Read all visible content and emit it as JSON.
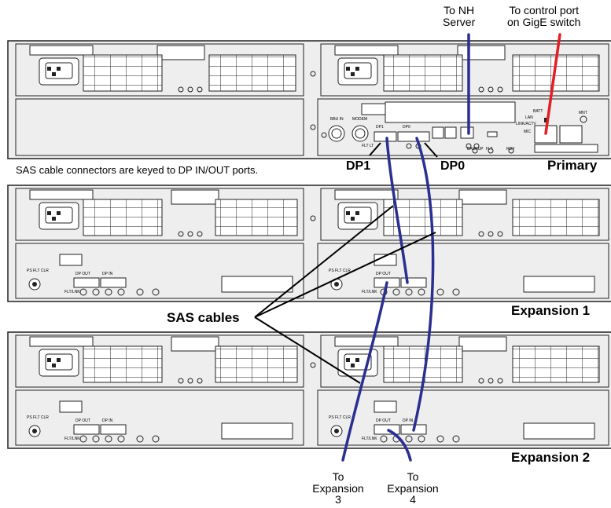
{
  "callouts": {
    "nh_server": "To NH\nServer",
    "control_port": "To control port\non GigE switch",
    "expansion3": "To\nExpansion\n3",
    "expansion4": "To\nExpansion\n4"
  },
  "note": "SAS cable connectors are keyed to DP IN/OUT ports.",
  "port_labels": {
    "dp1": "DP1",
    "dp0": "DP0"
  },
  "unit_labels": {
    "primary": "Primary",
    "expansion1": "Expansion 1",
    "expansion2": "Expansion 2"
  },
  "sas_label": "SAS cables",
  "small_labels": {
    "bbu_in": "BBU IN",
    "modem": "MODEM",
    "dp1": "DP1",
    "dp0": "DP0",
    "batt": "BATT",
    "lan": "LAN",
    "link_act": "LINK/ACTV",
    "mic": "MIC",
    "mnt": "MNT",
    "backup": "BACKUP",
    "flt": "FLT",
    "rdy": "RDY",
    "ps_flt_clr": "PS FLT CLR",
    "dp_out": "DP OUT",
    "dp_in": "DP IN",
    "flt_lnk": "FLT/LNK",
    "flt_lt": "FLT LT"
  },
  "colors": {
    "sas_cable": "#2b2f8f",
    "gige_cable": "#e31e24",
    "nh_cable": "#2b2f8f",
    "outline": "#222222",
    "fill": "#eeeeee"
  }
}
